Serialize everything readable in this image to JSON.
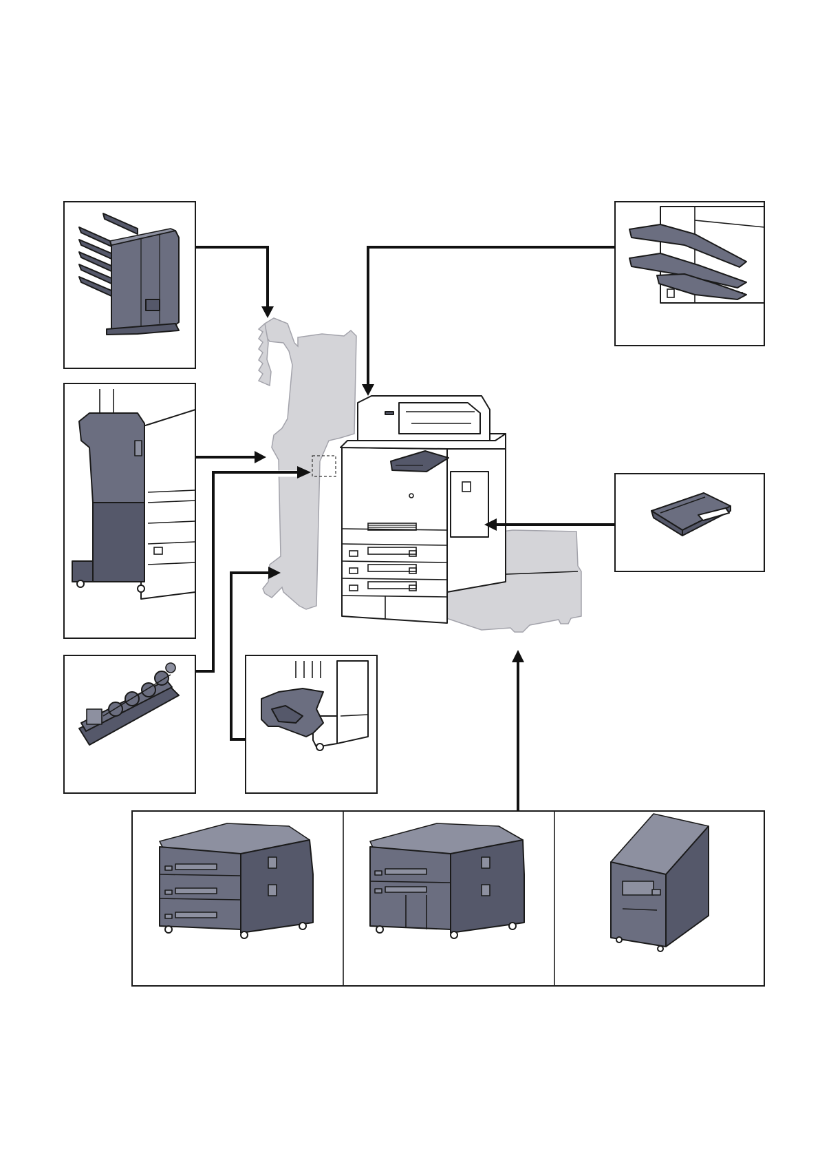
{
  "diagram": {
    "options": [
      {
        "id": "mailbox",
        "icon": "mailbox-sorter-icon"
      },
      {
        "id": "finisher",
        "icon": "document-finisher-icon"
      },
      {
        "id": "punch_unit",
        "icon": "punch-unit-icon"
      },
      {
        "id": "folding_unit",
        "icon": "folding-unit-icon"
      },
      {
        "id": "job_separator",
        "icon": "job-separator-icon"
      },
      {
        "id": "bridge_unit",
        "icon": "bridge-unit-icon"
      },
      {
        "id": "side_feeder_3_tray",
        "icon": "side-feeder-3-tray-icon"
      },
      {
        "id": "side_feeder_2_tray",
        "icon": "side-feeder-2-tray-icon"
      },
      {
        "id": "large_capacity_feeder",
        "icon": "large-capacity-feeder-icon"
      }
    ],
    "colors": {
      "accessory": "#6b6e80",
      "ghost": "#d4d4d8",
      "connector": "#111111",
      "outline": "#1a1a1a"
    }
  }
}
